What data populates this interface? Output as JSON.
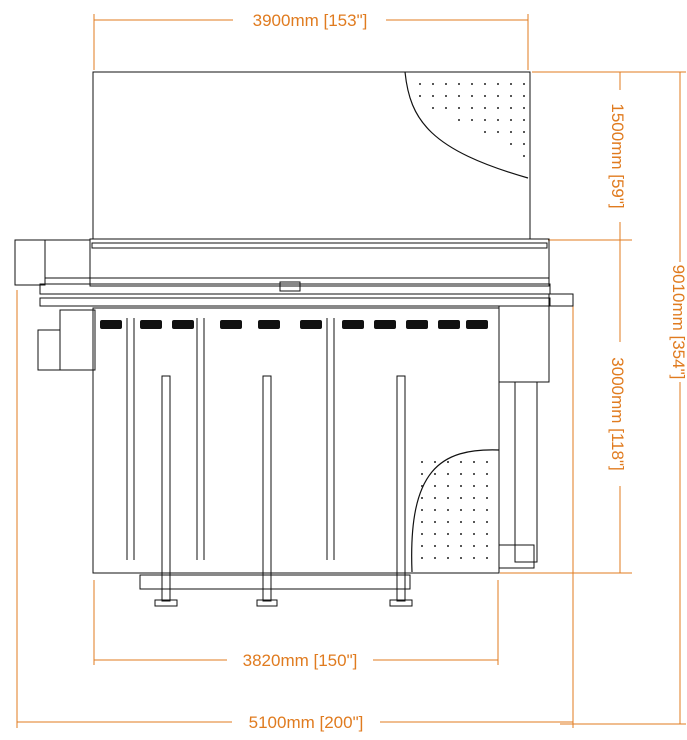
{
  "colors": {
    "dimension": "#e07b1f",
    "outline": "#111111",
    "perforation": "#222222",
    "background": "#ffffff"
  },
  "dimensions": {
    "top_width": "3900mm [153\"]",
    "front_section": "1500mm [59\"]",
    "table_section": "3000mm [118\"]",
    "total_length": "9010mm [354\"]",
    "table_width": "3820mm [150\"]",
    "total_width": "5100mm [200\"]"
  }
}
